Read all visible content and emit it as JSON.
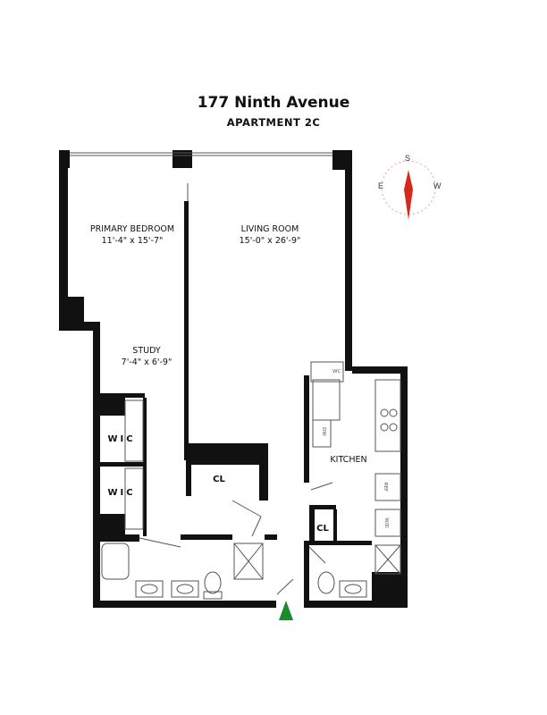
{
  "header": {
    "address": "177 Ninth Avenue",
    "unit": "APARTMENT 2C"
  },
  "rooms": {
    "primary_bedroom": {
      "name": "PRIMARY BEDROOM",
      "dims": "11'-4\" x 15'-7\""
    },
    "living_room": {
      "name": "LIVING ROOM",
      "dims": "15'-0\" x 26'-9\""
    },
    "study": {
      "name": "STUDY",
      "dims": "7'-4\" x 6'-9\""
    },
    "kitchen": {
      "name": "KITCHEN"
    }
  },
  "closets": {
    "wic_upper": "WIC",
    "wic_lower": "WIC",
    "cl_living": "CL",
    "cl_kitchen": "CL"
  },
  "fixtures": {
    "wc": "WC",
    "dw": "DW",
    "ref": "REF",
    "wd": "W/D"
  },
  "compass": {
    "north_label": "S",
    "east_label": "E",
    "west_label": "W",
    "needle_color": "#d42a1e"
  },
  "entry_arrow_color": "#1a8a2a"
}
